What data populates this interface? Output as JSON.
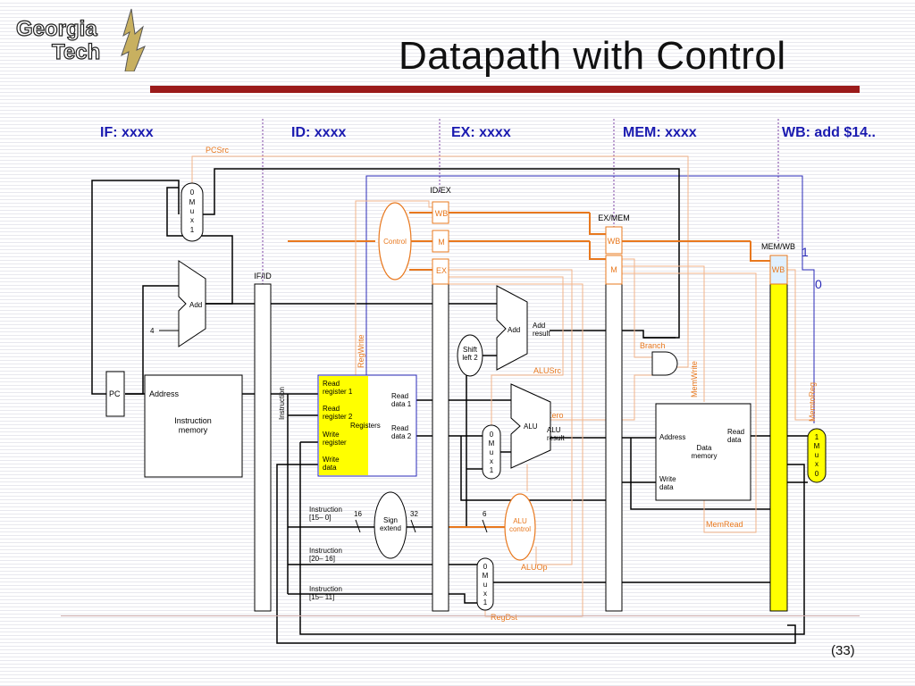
{
  "slide": {
    "title": "Datapath with Control",
    "page_number": "(33)",
    "logo": {
      "line1": "Georgia",
      "line2": "Tech"
    }
  },
  "stages": {
    "if": "IF: xxxx",
    "id": "ID: xxxx",
    "ex": "EX: xxxx",
    "mem": "MEM: xxxx",
    "wb": "WB: add $14.."
  },
  "pipeline_registers": {
    "if_id": "IF/ID",
    "id_ex": "ID/EX",
    "ex_mem": "EX/MEM",
    "mem_wb": "MEM/WB"
  },
  "control_fields": {
    "wb": "WB",
    "m": "M",
    "ex": "EX"
  },
  "signals": {
    "pcsrc": "PCSrc",
    "regwrite": "RegWrite",
    "branch": "Branch",
    "memwrite": "MemWrite",
    "memtoreg": "MemtoReg",
    "alusrc": "ALUSrc",
    "zero": "Zero",
    "memread": "MemRead",
    "aluop": "ALUOp",
    "regdst": "RegDst",
    "memtoreg_value_1": "1",
    "memtoreg_value_0": "0"
  },
  "components": {
    "pc": "PC",
    "add": "Add",
    "four": "4",
    "add_result": "Add\nresult",
    "shift_left_2": "Shift\nleft 2",
    "control": "Control",
    "alu": "ALU",
    "alu_result": "ALU\nresult",
    "alu_control": "ALU\ncontrol",
    "sign_extend": "Sign\nextend",
    "instr_memory_address": "Address",
    "instr_memory": "Instruction\nmemory",
    "instruction": "Instruction",
    "data_memory_address": "Address",
    "data_memory": "Data\nmemory",
    "data_memory_read": "Read\ndata",
    "data_memory_write": "Write\ndata",
    "registers": "Registers",
    "read_register_1": "Read\nregister 1",
    "read_register_2": "Read\nregister 2",
    "write_register": "Write\nregister",
    "write_data": "Write\ndata",
    "read_data_1": "Read\ndata 1",
    "read_data_2": "Read\ndata 2",
    "instr_15_0": "Instruction\n[15– 0]",
    "instr_20_16": "Instruction\n[20– 16]",
    "instr_15_11": "Instruction\n[15– 11]",
    "width_16": "16",
    "width_32": "32",
    "width_6": "6"
  },
  "muxes": {
    "pc_mux": [
      "0",
      "M",
      "u",
      "x",
      "1"
    ],
    "alusrc_mux": [
      "0",
      "M",
      "u",
      "x",
      "1"
    ],
    "regdst_mux": [
      "0",
      "M",
      "u",
      "x",
      "1"
    ],
    "memtoreg_mux": [
      "1",
      "M",
      "u",
      "x",
      "0"
    ]
  },
  "colors": {
    "orange": "#e8781e",
    "orange_light": "#f2b38a",
    "highlight_yellow": "#ffff00",
    "dotted_purple": "#7a3fa3",
    "blue": "#2a2ab8",
    "stage_label": "#1a1ab0",
    "title_bar": "#9b1b1b"
  }
}
